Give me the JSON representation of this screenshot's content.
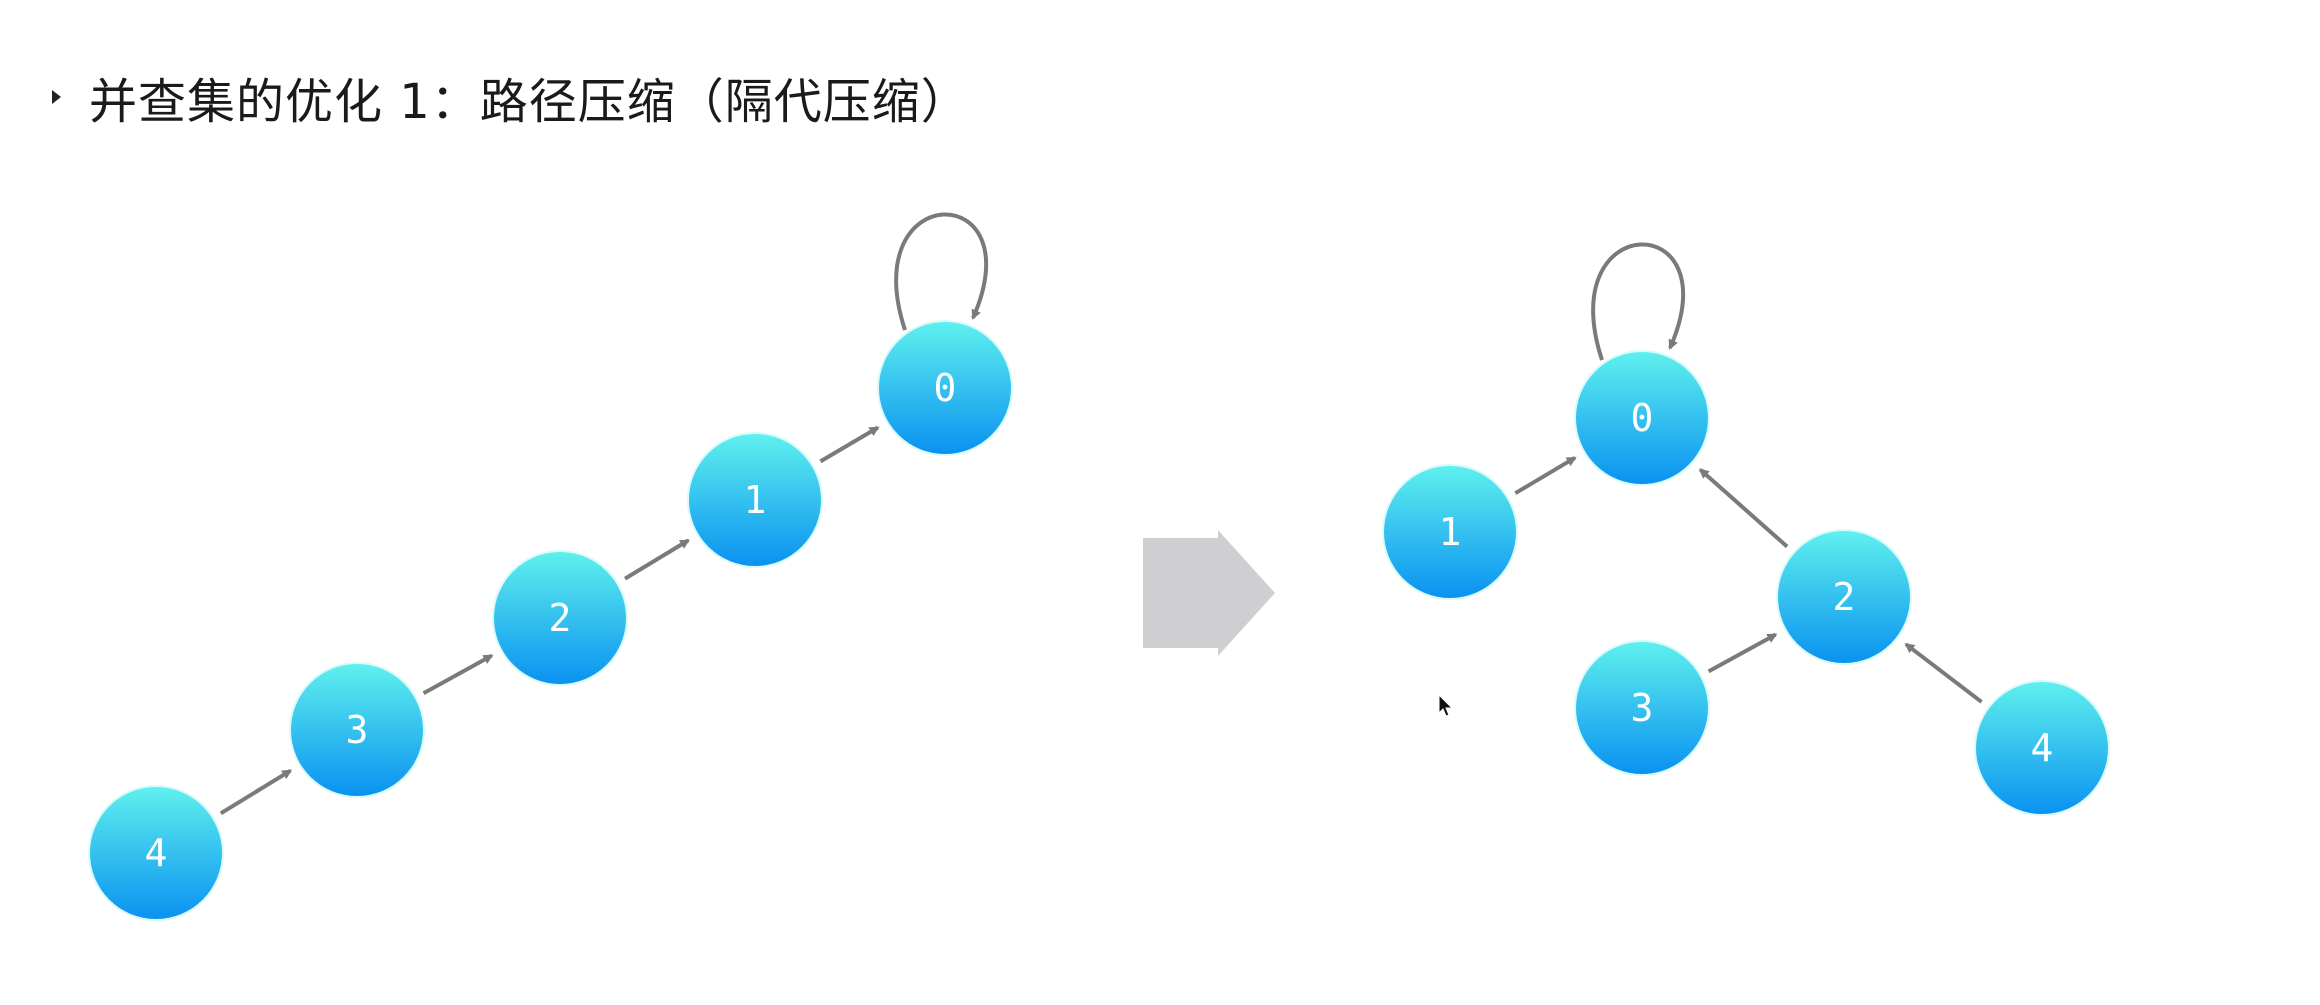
{
  "title": "并查集的优化 1：路径压缩（隔代压缩）",
  "colors": {
    "node_top": "#5ff0ee",
    "node_bottom": "#0a92f0",
    "edge": "#7a7a7a",
    "transition_arrow": "#cfcfd1",
    "title_text": "#1a1a1a"
  },
  "before": {
    "nodes": [
      {
        "id": "0",
        "label": "0"
      },
      {
        "id": "1",
        "label": "1"
      },
      {
        "id": "2",
        "label": "2"
      },
      {
        "id": "3",
        "label": "3"
      },
      {
        "id": "4",
        "label": "4"
      }
    ],
    "edges": [
      {
        "from": "4",
        "to": "3"
      },
      {
        "from": "3",
        "to": "2"
      },
      {
        "from": "2",
        "to": "1"
      },
      {
        "from": "1",
        "to": "0"
      }
    ],
    "self_loop": "0"
  },
  "after": {
    "nodes": [
      {
        "id": "0",
        "label": "0"
      },
      {
        "id": "1",
        "label": "1"
      },
      {
        "id": "2",
        "label": "2"
      },
      {
        "id": "3",
        "label": "3"
      },
      {
        "id": "4",
        "label": "4"
      }
    ],
    "edges": [
      {
        "from": "1",
        "to": "0"
      },
      {
        "from": "2",
        "to": "0"
      },
      {
        "from": "3",
        "to": "2"
      },
      {
        "from": "4",
        "to": "2"
      }
    ],
    "self_loop": "0"
  }
}
